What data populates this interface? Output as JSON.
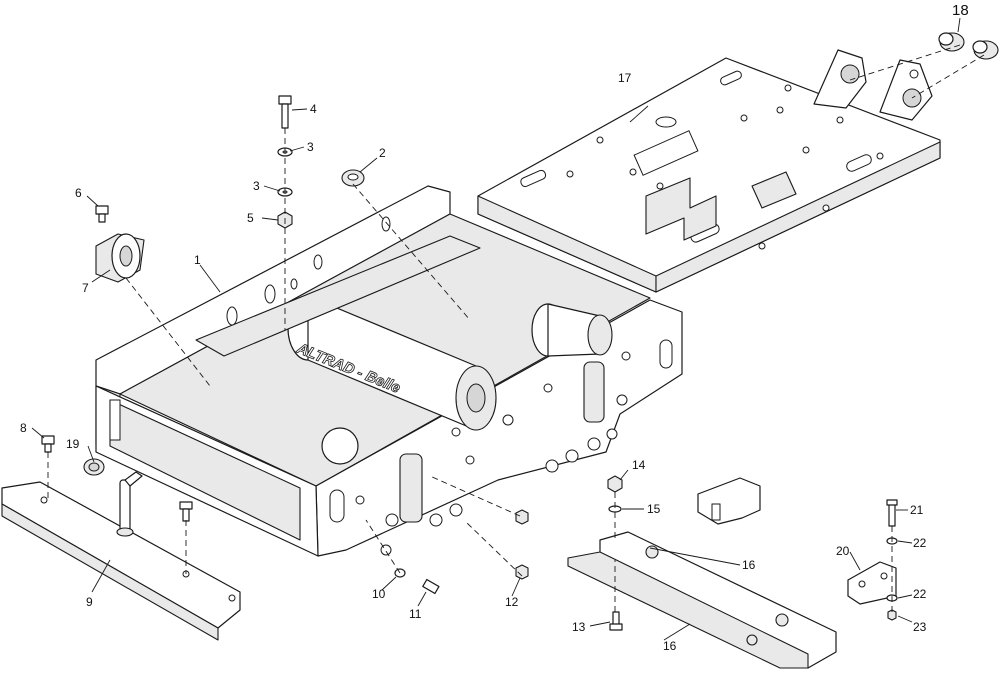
{
  "diagram": {
    "brand_text": "ALTRAD - Belle",
    "callouts": {
      "c1": "1",
      "c2": "2",
      "c3a": "3",
      "c3b": "3",
      "c4": "4",
      "c5": "5",
      "c6": "6",
      "c7": "7",
      "c8": "8",
      "c9": "9",
      "c10": "10",
      "c11": "11",
      "c12": "12",
      "c13": "13",
      "c14": "14",
      "c15": "15",
      "c16a": "16",
      "c16b": "16",
      "c17": "17",
      "c18": "18",
      "c19": "19",
      "c20": "20",
      "c21": "21",
      "c22a": "22",
      "c22b": "22",
      "c23": "23"
    }
  }
}
